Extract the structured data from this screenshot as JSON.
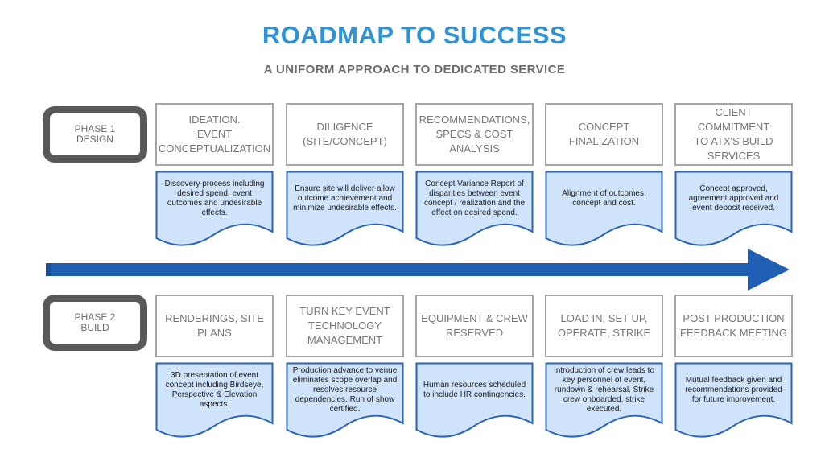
{
  "header": {
    "title": "ROADMAP TO SUCCESS",
    "subtitle": "A UNIFORM APPROACH TO DEDICATED SERVICE"
  },
  "colors": {
    "title": "#2e93d6",
    "arrow": "#1f5fb4",
    "note_fill": "#cfe4fb",
    "note_border": "#2a63b8",
    "phase_border": "#595959"
  },
  "phase1": {
    "label": "PHASE 1\nDESIGN",
    "steps": [
      {
        "title": "IDEATION.\nEVENT\nCONCEPTUALIZATION",
        "note": "Discovery process including desired spend, event outcomes and undesirable effects."
      },
      {
        "title": "DILIGENCE\n(SITE/CONCEPT)",
        "note": "Ensure site will deliver allow outcome achievement and minimize undesirable effects."
      },
      {
        "title": "RECOMMENDATIONS,\nSPECS & COST\nANALYSIS",
        "note": "Concept Variance Report of disparities between event concept / realization and the effect on desired spend."
      },
      {
        "title": "CONCEPT\nFINALIZATION",
        "note": "Alignment of outcomes, concept and cost."
      },
      {
        "title": "CLIENT COMMITMENT\nTO ATX'S BUILD\nSERVICES",
        "note": "Concept approved, agreement approved and event deposit received."
      }
    ]
  },
  "phase2": {
    "label": "PHASE 2\nBUILD",
    "steps": [
      {
        "title": "RENDERINGS, SITE\nPLANS",
        "note": "3D presentation of event concept including Birdseye, Perspective & Elevation aspects."
      },
      {
        "title": "TURN KEY EVENT\nTECHNOLOGY\nMANAGEMENT",
        "note": "Production advance to venue eliminates scope overlap and resolves resource dependencies. Run of show certified."
      },
      {
        "title": "EQUIPMENT  & CREW\nRESERVED",
        "note": "Human resources scheduled to include HR contingencies."
      },
      {
        "title": "LOAD IN, SET UP,\nOPERATE, STRIKE",
        "note": "Introduction of crew leads to key personnel of event, rundown & rehearsal. Strike crew onboarded, strike executed."
      },
      {
        "title": "POST PRODUCTION\nFEEDBACK MEETING",
        "note": "Mutual feedback given and recommendations provided for future improvement."
      }
    ]
  }
}
